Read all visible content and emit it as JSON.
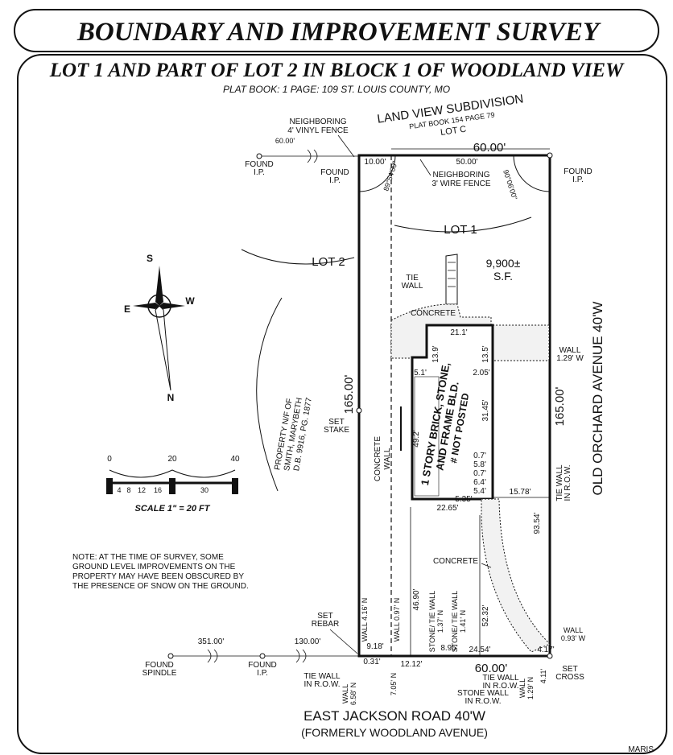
{
  "title": "BOUNDARY AND IMPROVEMENT SURVEY",
  "subtitle": "LOT 1 AND PART OF LOT 2 IN BLOCK 1 OF WOODLAND VIEW",
  "plat_line": "PLAT BOOK: 1    PAGE: 109    ST. LOUIS COUNTY, MO",
  "north_sub": {
    "name": "LAND VIEW SUBDIVISION",
    "plat": "PLAT BOOK 154   PAGE 79",
    "lot": "LOT C"
  },
  "labels": {
    "neighboring_vinyl": [
      "NEIGHBORING",
      "4' VINYL FENCE"
    ],
    "neighboring_wire": [
      "NEIGHBORING",
      "3' WIRE FENCE"
    ],
    "found_ip": [
      "FOUND",
      "I.P."
    ],
    "found_spindle": [
      "FOUND",
      "SPINDLE"
    ],
    "lot1": "LOT 1",
    "lot2": "LOT 2",
    "area": [
      "9,900±",
      "S.F."
    ],
    "tie_wall": [
      "TIE",
      "WALL"
    ],
    "concrete": "CONCRETE",
    "concrete_wall": [
      "CONCRETE",
      "WALL"
    ],
    "set_stake": [
      "SET",
      "STAKE"
    ],
    "set_rebar": [
      "SET",
      "REBAR"
    ],
    "set_cross": [
      "SET",
      "CROSS"
    ],
    "building": [
      "1 STORY BRICK, STONE,",
      "AND FRAME BLD.",
      "# NOT POSTED"
    ],
    "neighbor_property": [
      "PROPERTY N/F OF",
      "SMITH, MARYBETH",
      "D.B. 9916, PG. 1877"
    ],
    "old_orchard": "OLD ORCHARD AVENUE 40'W",
    "east_jackson": "EAST JACKSON ROAD 40'W",
    "formerly": "(FORMERLY WOODLAND AVENUE)",
    "wall_129_top": [
      "WALL",
      "1.29' W"
    ],
    "wall_093": [
      "WALL",
      "0.93' W"
    ],
    "tie_wall_row_right": [
      "TIE WALL",
      "IN R.O.W."
    ],
    "tie_wall_row_bottom_left": [
      "TIE WALL",
      "IN R.O.W."
    ],
    "tie_wall_row_bottom": [
      "TIE WALL",
      "IN R.O.W."
    ],
    "wall_129_bottom": [
      "WALL",
      "1.29' N"
    ],
    "stone_wall_row": [
      "STONE WALL",
      "IN R.O.W."
    ],
    "wall_658": [
      "WALL",
      "6.58' N"
    ],
    "wall_416": "WALL 4.16' N",
    "wall_097": "WALL 0.97' N",
    "stone_tie_137": [
      "STONE/ TIE WALL",
      "1.37' N"
    ],
    "stone_tie_141": [
      "STONE/ TIE WALL",
      "1.41' N"
    ],
    "wall_705": "7.05' N"
  },
  "dimensions": {
    "top_frontage": "60.00'",
    "top_inner": "50.00'",
    "top_left_piece": "10.00'",
    "left_ref": "60.00'",
    "angle_left": "89°54'00\"",
    "angle_right": "90°06'00\"",
    "left_side": "165.00'",
    "right_side": "165.00'",
    "bottom_frontage": "60.00'",
    "b_351": "351.00'",
    "b_130": "130.00'",
    "d_918": "9.18'",
    "d_031": "0.31'",
    "d_1212": "12.12'",
    "d_895": "8.95'",
    "d_2454": "24.54'",
    "d_417": "4.17'",
    "d_411": "4.11'",
    "d_4690": "46.90'",
    "d_5232": "52.32'",
    "d_9354": "93.54'",
    "d_1578": "15.78'",
    "bld_211": "21.1'",
    "bld_139": "13.9'",
    "bld_135": "13.5'",
    "bld_51": "5.1'",
    "bld_205": "2.05'",
    "bld_3145": "31.45'",
    "bld_492": "49.2'",
    "bld_07": "0.7'",
    "bld_58": "5.8'",
    "bld_07b": "0.7'",
    "bld_64": "6.4'",
    "bld_54": "5.4'",
    "bld_535": "5.35'",
    "bld_2265": "22.65'"
  },
  "compass": {
    "s": "S",
    "w": "W",
    "e": "E",
    "n": "N"
  },
  "scale": {
    "ticks": [
      "0",
      "20",
      "40"
    ],
    "minor": [
      "4",
      "8",
      "12",
      "16",
      "30"
    ],
    "caption": "SCALE 1\" = 20 FT"
  },
  "note": [
    "NOTE: AT THE TIME OF SURVEY, SOME",
    "GROUND LEVEL IMPROVEMENTS ON THE",
    "PROPERTY MAY HAVE BEEN OBSCURED BY",
    "THE PRESENCE OF SNOW ON THE GROUND."
  ],
  "watermark": "MARIS"
}
